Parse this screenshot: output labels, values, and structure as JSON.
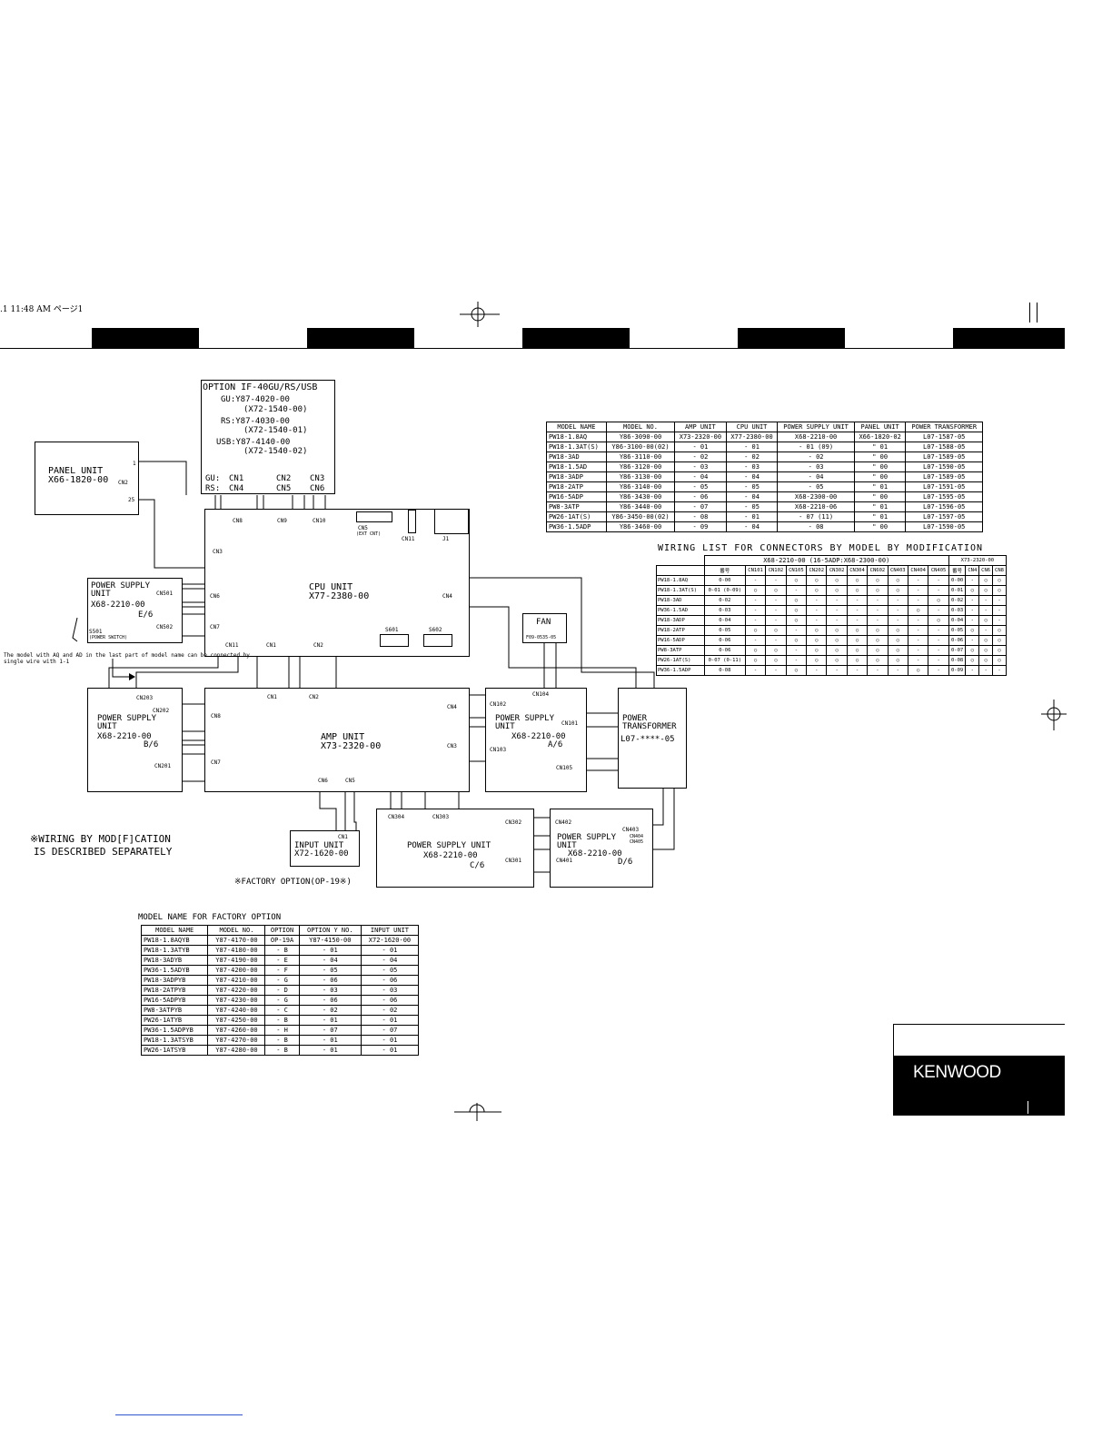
{
  "header": {
    "timestamp_fragment": ".1 11:48 AM ページ1"
  },
  "option_box": {
    "title": "OPTION IF-40GU/RS/USB",
    "lines": [
      "GU:Y87-4020-00",
      "(X72-1540-00)",
      "RS:Y87-4030-00",
      "(X72-1540-01)",
      "USB:Y87-4140-00",
      "(X72-1540-02)"
    ],
    "gu_label": "GU:",
    "rs_label": "RS:",
    "cn1": "CN1",
    "cn4": "CN4",
    "cn2": "CN2",
    "cn5": "CN5",
    "cn3": "CN3",
    "cn6": "CN6"
  },
  "panel_unit": {
    "title": "PANEL UNIT",
    "code": "X66-1820-00",
    "cn": "CN2",
    "pin1": "1",
    "pin25": "25"
  },
  "cpu_unit": {
    "title": "CPU UNIT",
    "code": "X77-2380-00",
    "cn8": "CN8",
    "cn9": "CN9",
    "cn10": "CN10",
    "cn5": "CN5",
    "cn5_note": "(EXT CNT)",
    "cn11": "CN11",
    "j1": "J1",
    "cn3": "CN3",
    "cn6": "CN6",
    "cn7": "CN7",
    "cn4": "CN4",
    "cn11b": "CN11",
    "cn1": "CN1",
    "cn2": "CN2",
    "s601": "S601",
    "s602": "S602"
  },
  "ps_e": {
    "title": "POWER SUPPLY",
    "title2": "UNIT",
    "cn": "CN501",
    "code": "X68-2210-00",
    "suffix": "E/6",
    "cn2": "CN502",
    "sw": "S501",
    "sw_note": "(POWER SWITCH)"
  },
  "note_aq": "The model with AQ and AD in the last part of model name can be connected by single wire with 1-1",
  "fan": {
    "title": "FAN",
    "code": "F09-0535-05"
  },
  "amp_unit": {
    "title": "AMP UNIT",
    "code": "X73-2320-00",
    "cn1": "CN1",
    "cn2": "CN2",
    "cn4": "CN4",
    "cn3": "CN3",
    "cn8": "CN8",
    "cn7": "CN7",
    "cn6": "CN6",
    "cn5": "CN5"
  },
  "ps_b": {
    "title": "POWER SUPPLY",
    "title2": "UNIT",
    "code": "X68-2210-00",
    "suffix": "B/6",
    "cn203": "CN203",
    "cn202": "CN202",
    "cn201": "CN201"
  },
  "ps_a": {
    "title": "POWER SUPPLY",
    "title2": "UNIT",
    "code": "X68-2210-00",
    "suffix": "A/6",
    "cn104": "CN104",
    "cn102": "CN102",
    "cn101": "CN101",
    "cn103": "CN103",
    "cn105": "CN105"
  },
  "transformer": {
    "title": "POWER",
    "title2": "TRANSFORMER",
    "code": "L07-****-05"
  },
  "input_unit": {
    "title": "INPUT UNIT",
    "code": "X72-1620-00",
    "cn": "CN1"
  },
  "ps_c": {
    "title": "POWER SUPPLY UNIT",
    "code": "X68-2210-00",
    "suffix": "C/6",
    "cn304": "CN304",
    "cn303": "CN303",
    "cn302": "CN302",
    "cn301": "CN301"
  },
  "ps_d": {
    "title": "POWER SUPPLY",
    "title2": "UNIT",
    "code": "X68-2210-00",
    "suffix": "D/6",
    "cn402": "CN402",
    "cn403": "CN403",
    "cn404": "CN404",
    "cn405": "CN405",
    "cn401": "CN401"
  },
  "wiring_note": {
    "line1": "※WIRING BY MOD[F]CATION",
    "line2": "IS DESCRIBED SEPARATELY"
  },
  "factory_option_note": "※FACTORY OPTION(OP-19※)",
  "model_table": {
    "headers": [
      "MODEL NAME",
      "MODEL NO.",
      "AMP UNIT",
      "CPU UNIT",
      "POWER SUPPLY UNIT",
      "PANEL UNIT",
      "POWER TRANSFORMER"
    ],
    "rows": [
      [
        "PW18-1.8AQ",
        "Y86-3090-00",
        "X73-2320-00",
        "X77-2380-00",
        "X68-2210-00",
        "X66-1820-02",
        "L07-1587-05"
      ],
      [
        "PW18-1.3AT(S)",
        "Y86-3100-00(02)",
        "- 01",
        "- 01",
        "- 01 (09)",
        "\" 01",
        "L07-1588-05"
      ],
      [
        "PW18-3AD",
        "Y86-3110-00",
        "- 02",
        "- 02",
        "- 02",
        "\" 00",
        "L07-1589-05"
      ],
      [
        "PW18-1.5AD",
        "Y86-3120-00",
        "- 03",
        "- 03",
        "- 03",
        "\" 00",
        "L07-1590-05"
      ],
      [
        "PW18-3ADP",
        "Y86-3130-00",
        "- 04",
        "- 04",
        "- 04",
        "\" 00",
        "L07-1589-05"
      ],
      [
        "PW18-2ATP",
        "Y86-3140-00",
        "- 05",
        "- 05",
        "- 05",
        "\" 01",
        "L07-1591-05"
      ],
      [
        "PW16-5ADP",
        "Y86-3430-00",
        "- 06",
        "- 04",
        "X68-2300-00",
        "\" 00",
        "L07-1595-05"
      ],
      [
        "PW8-3ATP",
        "Y86-3440-00",
        "- 07",
        "- 05",
        "X68-2210-06",
        "\" 01",
        "L07-1596-05"
      ],
      [
        "PW26-1AT(S)",
        "Y86-3450-00(02)",
        "- 08",
        "- 01",
        "- 07 (11)",
        "\" 01",
        "L07-1597-05"
      ],
      [
        "PW36-1.5ADP",
        "Y86-3460-00",
        "- 09",
        "- 04",
        "- 08",
        "\" 00",
        "L07-1590-05"
      ]
    ]
  },
  "wiring_list": {
    "title": "WIRING LIST FOR CONNECTORS BY MODEL BY MODIFICATION",
    "group1": "X68-2210-00 (16-5ADP:X68-2300-00)",
    "group2": "X73-2320-00",
    "headers": [
      "",
      "番号",
      "CN101",
      "CN102",
      "CN105",
      "CN202",
      "CN302",
      "CN304",
      "CN602",
      "CN403",
      "CN404",
      "CN405",
      "番号",
      "CN4",
      "CN6",
      "CN8"
    ],
    "rows": [
      [
        "PW18-1.8AQ",
        "0-00",
        "-",
        "-",
        "○",
        "○",
        "○",
        "○",
        "○",
        "○",
        "-",
        "-",
        "0-00",
        "-",
        "○",
        "○"
      ],
      [
        "PW18-1.3AT(S)",
        "0-01 (0-09)",
        "○",
        "○",
        "-",
        "○",
        "○",
        "○",
        "○",
        "○",
        "-",
        "-",
        "0-01",
        "○",
        "○",
        "○"
      ],
      [
        "PW18-3AD",
        "0-02",
        "-",
        "-",
        "○",
        "-",
        "-",
        "-",
        "-",
        "-",
        "-",
        "○",
        "0-02",
        "-",
        "-",
        "-"
      ],
      [
        "PW36-1.5AD",
        "0-03",
        "-",
        "-",
        "○",
        "-",
        "-",
        "-",
        "-",
        "-",
        "○",
        "-",
        "0-03",
        "-",
        "-",
        "-"
      ],
      [
        "PW18-3ADP",
        "0-04",
        "-",
        "-",
        "○",
        "-",
        "-",
        "-",
        "-",
        "-",
        "-",
        "○",
        "0-04",
        "-",
        "○",
        "-"
      ],
      [
        "PW18-2ATP",
        "0-05",
        "○",
        "○",
        "-",
        "○",
        "○",
        "○",
        "○",
        "○",
        "-",
        "-",
        "0-05",
        "○",
        "-",
        "○"
      ],
      [
        "PW16-5ADP",
        "0-06",
        "-",
        "-",
        "○",
        "○",
        "○",
        "○",
        "○",
        "○",
        "-",
        "-",
        "0-06",
        "-",
        "○",
        "○"
      ],
      [
        "PW8-3ATP",
        "0-06",
        "○",
        "○",
        "-",
        "○",
        "○",
        "○",
        "○",
        "○",
        "-",
        "-",
        "0-07",
        "○",
        "○",
        "○"
      ],
      [
        "PW26-1AT(S)",
        "0-07 (0-11)",
        "○",
        "○",
        "-",
        "○",
        "○",
        "○",
        "○",
        "○",
        "-",
        "-",
        "0-08",
        "○",
        "○",
        "○"
      ],
      [
        "PW36-1.5ADP",
        "0-08",
        "-",
        "-",
        "○",
        "-",
        "-",
        "-",
        "-",
        "-",
        "○",
        "-",
        "0-09",
        "-",
        "-",
        "-"
      ]
    ]
  },
  "factory_table": {
    "title": "MODEL NAME FOR FACTORY OPTION",
    "headers": [
      "MODEL NAME",
      "MODEL NO.",
      "OPTION",
      "OPTION Y NO.",
      "INPUT UNIT"
    ],
    "rows": [
      [
        "PW18-1.8AQYB",
        "Y87-4170-00",
        "OP-19A",
        "Y87-4150-00",
        "X72-1620-00"
      ],
      [
        "PW18-1.3ATYB",
        "Y87-4180-00",
        "- B",
        "- 01",
        "- 01"
      ],
      [
        "PW18-3ADYB",
        "Y87-4190-00",
        "- E",
        "- 04",
        "- 04"
      ],
      [
        "PW36-1.5ADYB",
        "Y87-4200-00",
        "- F",
        "- 05",
        "- 05"
      ],
      [
        "PW18-3ADPYB",
        "Y87-4210-00",
        "- G",
        "- 06",
        "- 06"
      ],
      [
        "PW18-2ATPYB",
        "Y87-4220-00",
        "- D",
        "- 03",
        "- 03"
      ],
      [
        "PW16-5ADPYB",
        "Y87-4230-00",
        "- G",
        "- 06",
        "- 06"
      ],
      [
        "PW8-3ATPYB",
        "Y87-4240-00",
        "- C",
        "- 02",
        "- 02"
      ],
      [
        "PW26-1ATYB",
        "Y87-4250-00",
        "- B",
        "- 01",
        "- 01"
      ],
      [
        "PW36-1.5ADPYB",
        "Y87-4260-00",
        "- H",
        "- 07",
        "- 07"
      ],
      [
        "PW18-1.3ATSYB",
        "Y87-4270-00",
        "- B",
        "- 01",
        "- 01"
      ],
      [
        "PW26-1ATSYB",
        "Y87-4280-00",
        "- B",
        "- 01",
        "- 01"
      ]
    ]
  },
  "brand": {
    "name": "KENWOOD"
  },
  "colors": {
    "ink": "#000000",
    "paper": "#ffffff",
    "footer_link": "#3355cc"
  }
}
